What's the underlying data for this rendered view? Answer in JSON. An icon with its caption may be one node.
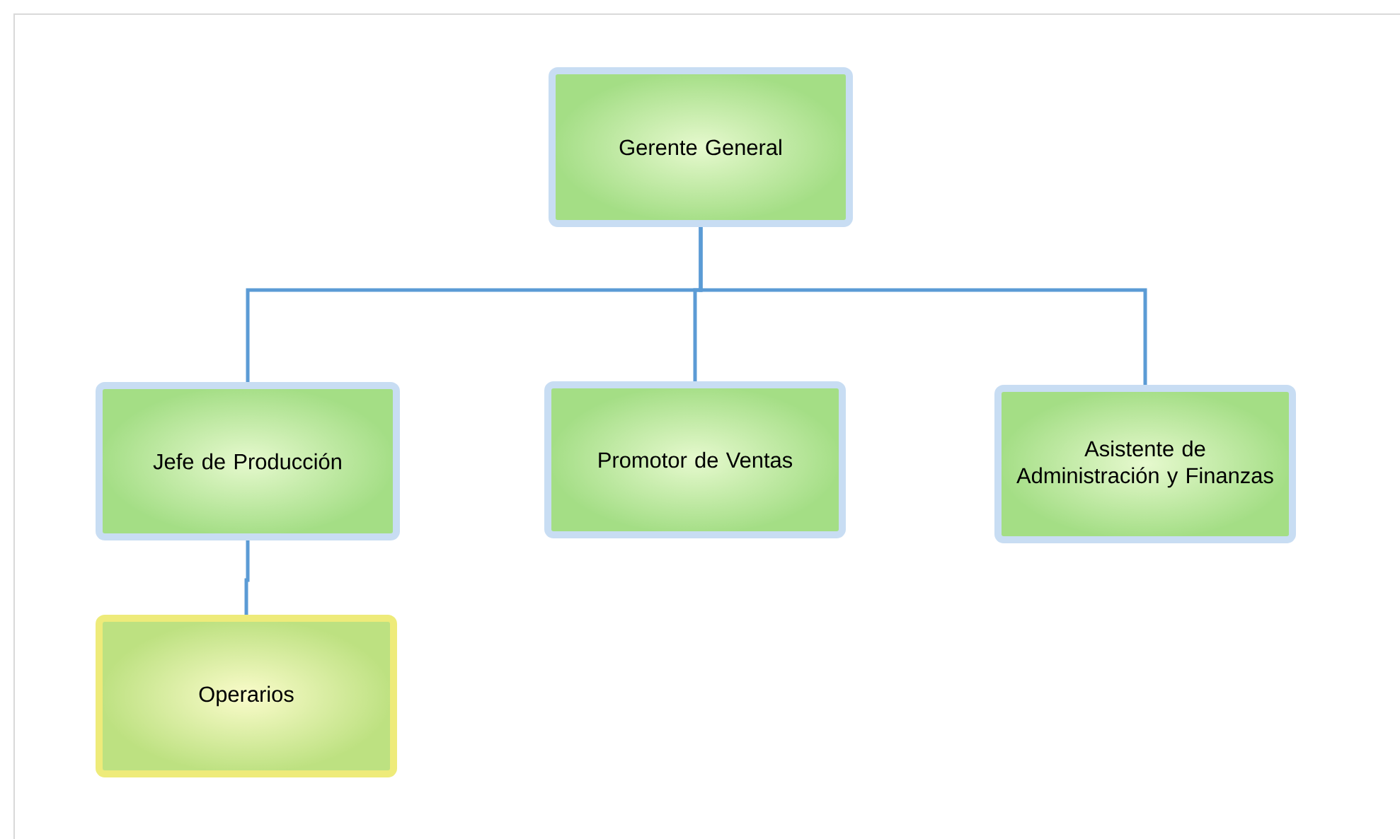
{
  "diagram": {
    "nodes": [
      {
        "text": [
          "Gerente General"
        ]
      },
      {
        "text": [
          "Jefe de Producción"
        ]
      },
      {
        "text": [
          "Promotor de Ventas"
        ]
      },
      {
        "text": [
          "Asistente de Administración y Finanzas"
        ]
      },
      {
        "text": [
          "Operarios"
        ]
      }
    ],
    "edges": [
      {
        "from": 0,
        "to": 1,
        "arrow": "none"
      },
      {
        "from": 0,
        "to": 2,
        "arrow": "none"
      },
      {
        "from": 0,
        "to": 3,
        "arrow": "none"
      },
      {
        "from": 1,
        "to": 4,
        "arrow": "none"
      }
    ]
  }
}
